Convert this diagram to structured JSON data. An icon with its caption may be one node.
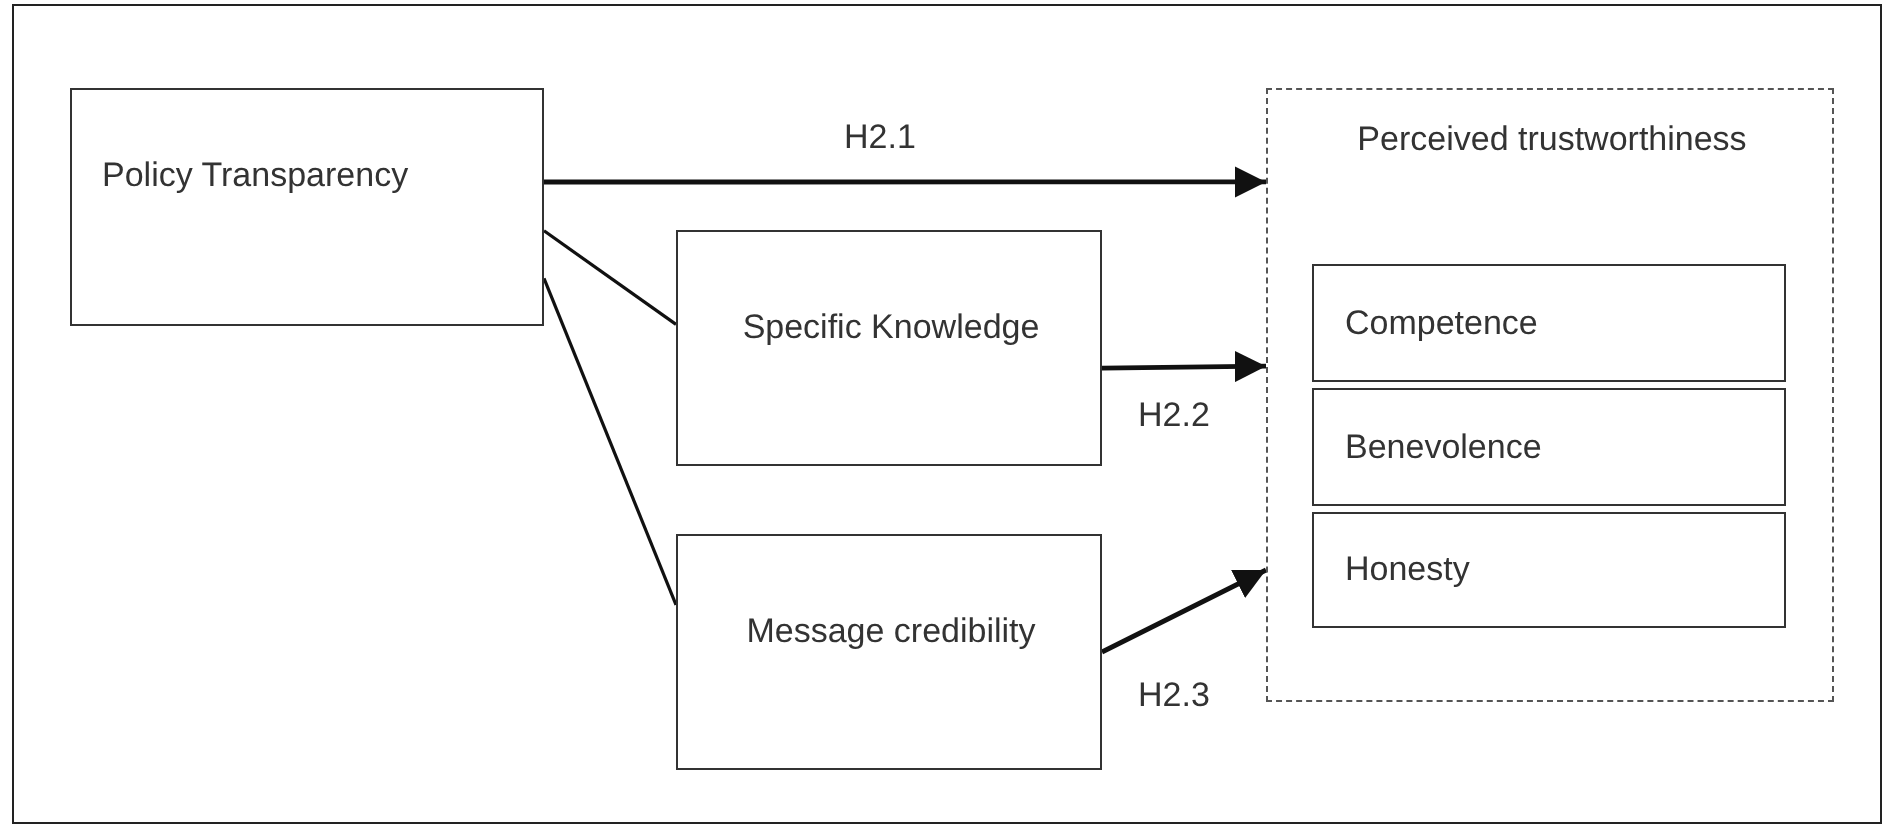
{
  "diagram": {
    "nodes": [
      {
        "text": [
          "Policy Transparency"
        ]
      },
      {
        "text": [
          "Specific Knowledge"
        ]
      },
      {
        "text": [
          "Message credibility"
        ]
      },
      {
        "text": [
          "Perceived trustworthiness"
        ]
      },
      {
        "text": [
          "Competence"
        ],
        "in": 3
      },
      {
        "text": [
          "Benevolence"
        ],
        "in": 3
      },
      {
        "text": [
          "Honesty"
        ],
        "in": 3
      }
    ],
    "edges": [
      {
        "from": 0,
        "to": 3,
        "arrow": "to",
        "label": "H2.1"
      },
      {
        "from": 0,
        "to": 1,
        "arrow": "none"
      },
      {
        "from": 0,
        "to": 2,
        "arrow": "none"
      },
      {
        "from": 1,
        "to": 3,
        "arrow": "to",
        "label": "H2.2"
      },
      {
        "from": 2,
        "to": 3,
        "arrow": "to",
        "label": "H2.3"
      }
    ]
  }
}
